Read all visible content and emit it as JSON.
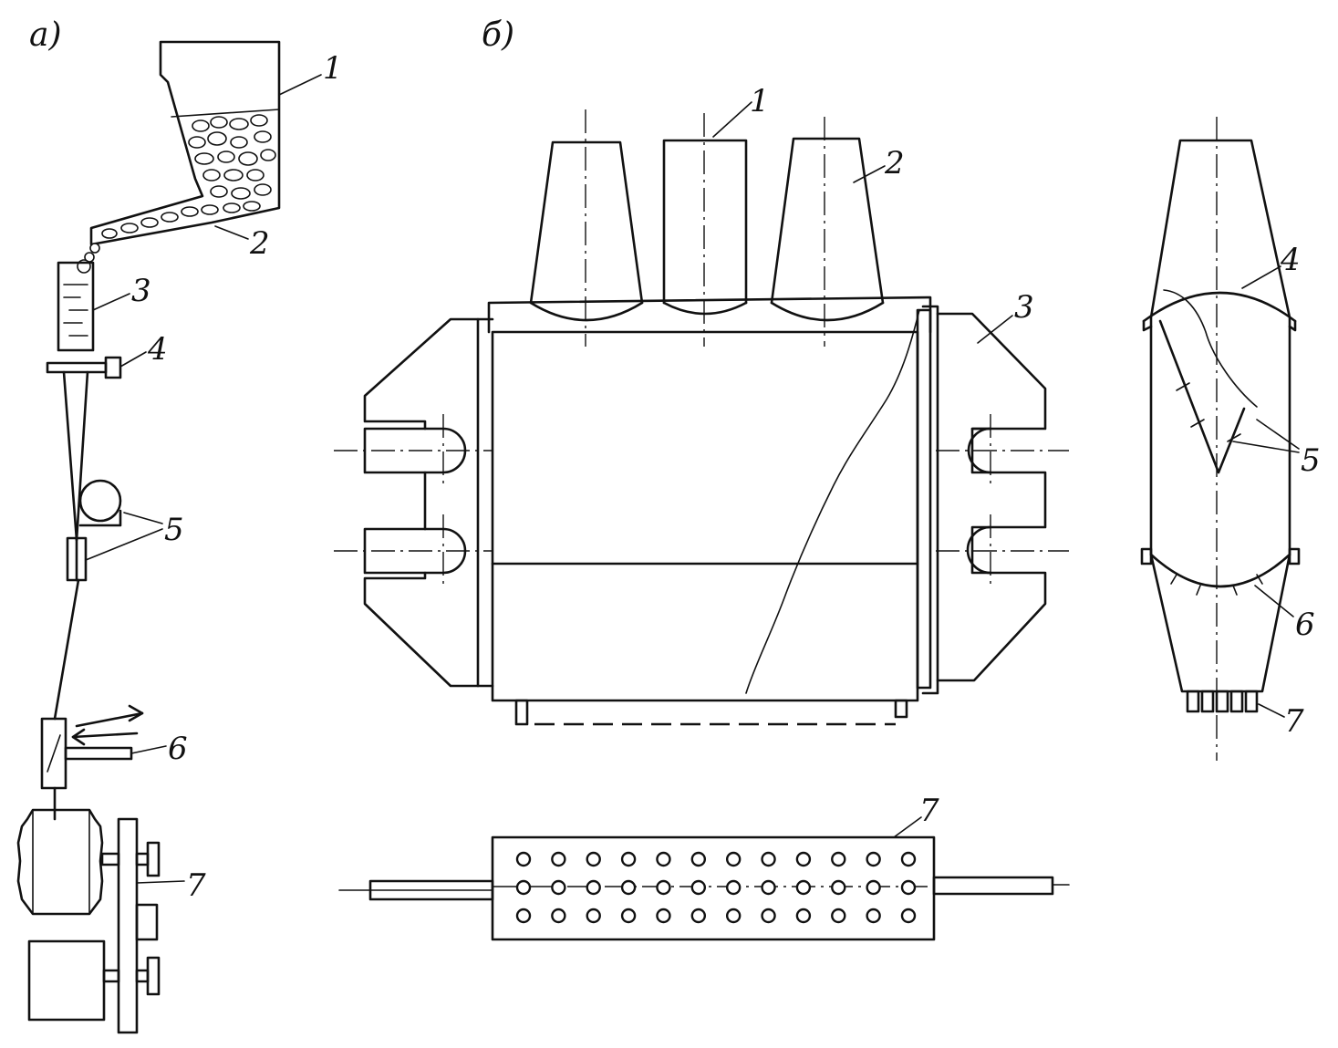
{
  "panels": {
    "a": {
      "label": "а)",
      "callouts": [
        "1",
        "2",
        "3",
        "4",
        "5",
        "6",
        "7"
      ]
    },
    "b": {
      "label": "б)",
      "front_callouts": [
        "1",
        "2",
        "3"
      ],
      "side_callouts": [
        "4",
        "5",
        "6",
        "7"
      ],
      "plate_callout": "7",
      "plate_holes": {
        "rows": 3,
        "columns": 12
      }
    }
  },
  "colors": {
    "ink": "#111111",
    "paper": "#ffffff"
  }
}
